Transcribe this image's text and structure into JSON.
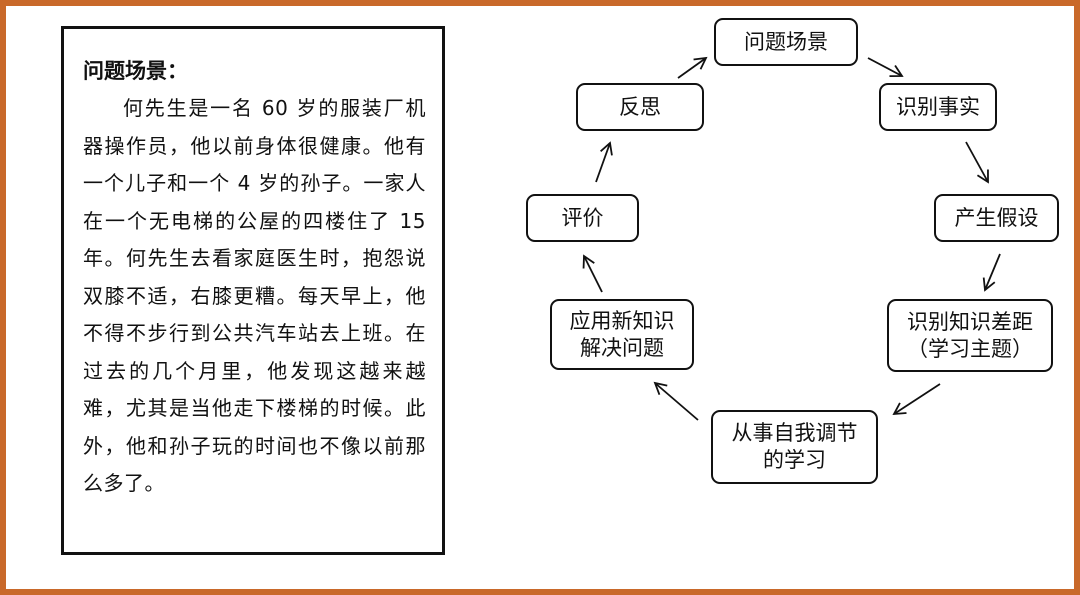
{
  "scenario": {
    "title": "问题场景：",
    "body": "何先生是一名 60 岁的服装厂机器操作员，他以前身体很健康。他有一个儿子和一个 4 岁的孙子。一家人在一个无电梯的公屋的四楼住了 15 年。何先生去看家庭医生时，抱怨说双膝不适，右膝更糟。每天早上，他不得不步行到公共汽车站去上班。在过去的几个月里，他发现这越来越难，尤其是当他走下楼梯的时候。此外，他和孙子玩的时间也不像以前那么多了。"
  },
  "cycle": {
    "problem_scenario": "问题场景",
    "identify_facts": "识别事实",
    "generate_hypotheses": "产生假设",
    "knowledge_gap_line1": "识别知识差距",
    "knowledge_gap_line2": "（学习主题）",
    "self_directed_line1": "从事自我调节",
    "self_directed_line2": "的学习",
    "apply_knowledge_line1": "应用新知识",
    "apply_knowledge_line2": "解决问题",
    "evaluate": "评价",
    "reflect": "反思"
  },
  "colors": {
    "frame": "#c9692a",
    "ink": "#111111"
  }
}
